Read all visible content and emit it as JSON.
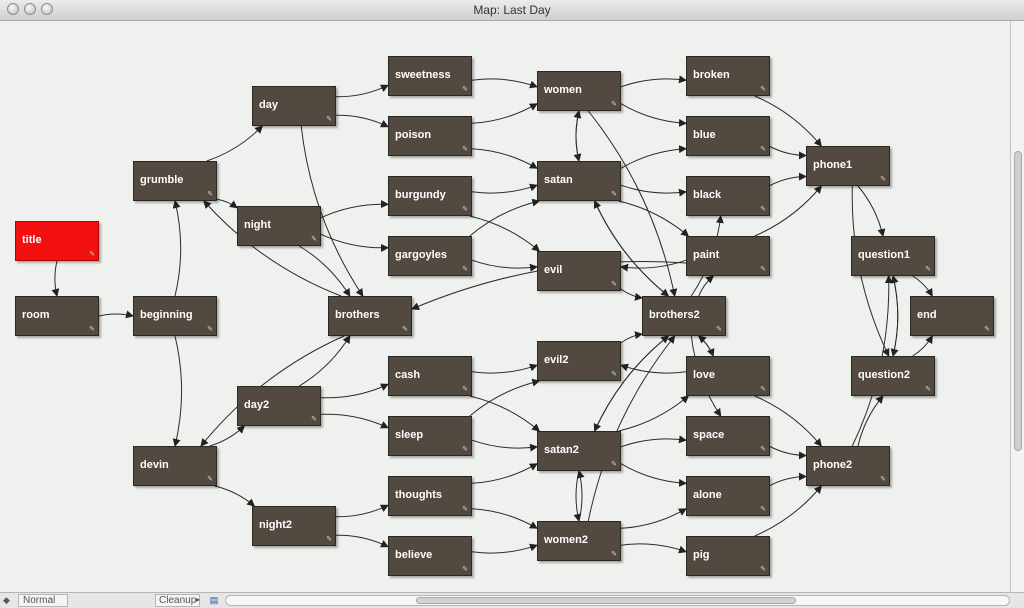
{
  "window": {
    "title": "Map: Last Day"
  },
  "nodes": [
    {
      "id": "title",
      "label": "title",
      "start": true
    },
    {
      "id": "room",
      "label": "room"
    },
    {
      "id": "grumble",
      "label": "grumble"
    },
    {
      "id": "beginning",
      "label": "beginning"
    },
    {
      "id": "devin",
      "label": "devin"
    },
    {
      "id": "day",
      "label": "day"
    },
    {
      "id": "night",
      "label": "night"
    },
    {
      "id": "day2",
      "label": "day2"
    },
    {
      "id": "night2",
      "label": "night2"
    },
    {
      "id": "brothers",
      "label": "brothers"
    },
    {
      "id": "sweetness",
      "label": "sweetness"
    },
    {
      "id": "poison",
      "label": "poison"
    },
    {
      "id": "burgundy",
      "label": "burgundy"
    },
    {
      "id": "gargoyles",
      "label": "gargoyles"
    },
    {
      "id": "cash",
      "label": "cash"
    },
    {
      "id": "sleep",
      "label": "sleep"
    },
    {
      "id": "thoughts",
      "label": "thoughts"
    },
    {
      "id": "believe",
      "label": "believe"
    },
    {
      "id": "women",
      "label": "women"
    },
    {
      "id": "satan",
      "label": "satan"
    },
    {
      "id": "evil",
      "label": "evil"
    },
    {
      "id": "evil2",
      "label": "evil2"
    },
    {
      "id": "satan2",
      "label": "satan2"
    },
    {
      "id": "women2",
      "label": "women2"
    },
    {
      "id": "brothers2",
      "label": "brothers2"
    },
    {
      "id": "broken",
      "label": "broken"
    },
    {
      "id": "blue",
      "label": "blue"
    },
    {
      "id": "black",
      "label": "black"
    },
    {
      "id": "paint",
      "label": "paint"
    },
    {
      "id": "love",
      "label": "love"
    },
    {
      "id": "space",
      "label": "space"
    },
    {
      "id": "alone",
      "label": "alone"
    },
    {
      "id": "pig",
      "label": "pig"
    },
    {
      "id": "phone1",
      "label": "phone1"
    },
    {
      "id": "question1",
      "label": "question1"
    },
    {
      "id": "end",
      "label": "end"
    },
    {
      "id": "question2",
      "label": "question2"
    },
    {
      "id": "phone2",
      "label": "phone2"
    }
  ],
  "edges": [
    [
      "title",
      "room"
    ],
    [
      "room",
      "beginning"
    ],
    [
      "beginning",
      "grumble"
    ],
    [
      "beginning",
      "devin"
    ],
    [
      "grumble",
      "day"
    ],
    [
      "grumble",
      "night"
    ],
    [
      "devin",
      "day2"
    ],
    [
      "devin",
      "night2"
    ],
    [
      "day",
      "sweetness"
    ],
    [
      "day",
      "poison"
    ],
    [
      "day",
      "brothers"
    ],
    [
      "night",
      "burgundy"
    ],
    [
      "night",
      "gargoyles"
    ],
    [
      "night",
      "brothers"
    ],
    [
      "day2",
      "cash"
    ],
    [
      "day2",
      "sleep"
    ],
    [
      "night2",
      "thoughts"
    ],
    [
      "night2",
      "believe"
    ],
    [
      "day2",
      "brothers"
    ],
    [
      "brothers",
      "grumble"
    ],
    [
      "brothers",
      "devin"
    ],
    [
      "sweetness",
      "women"
    ],
    [
      "poison",
      "women"
    ],
    [
      "poison",
      "satan"
    ],
    [
      "burgundy",
      "satan"
    ],
    [
      "burgundy",
      "evil"
    ],
    [
      "gargoyles",
      "evil"
    ],
    [
      "gargoyles",
      "satan"
    ],
    [
      "cash",
      "evil2"
    ],
    [
      "cash",
      "satan2"
    ],
    [
      "sleep",
      "satan2"
    ],
    [
      "sleep",
      "evil2"
    ],
    [
      "thoughts",
      "satan2"
    ],
    [
      "thoughts",
      "women2"
    ],
    [
      "believe",
      "women2"
    ],
    [
      "women",
      "broken"
    ],
    [
      "women",
      "blue"
    ],
    [
      "women",
      "brothers2"
    ],
    [
      "women",
      "satan"
    ],
    [
      "satan",
      "blue"
    ],
    [
      "satan",
      "black"
    ],
    [
      "satan",
      "paint"
    ],
    [
      "satan",
      "brothers2"
    ],
    [
      "satan",
      "women"
    ],
    [
      "evil",
      "brothers2"
    ],
    [
      "evil2",
      "brothers2"
    ],
    [
      "satan2",
      "love"
    ],
    [
      "satan2",
      "space"
    ],
    [
      "satan2",
      "alone"
    ],
    [
      "satan2",
      "brothers2"
    ],
    [
      "satan2",
      "women2"
    ],
    [
      "women2",
      "pig"
    ],
    [
      "women2",
      "alone"
    ],
    [
      "women2",
      "brothers2"
    ],
    [
      "women2",
      "satan2"
    ],
    [
      "brothers2",
      "paint"
    ],
    [
      "brothers2",
      "black"
    ],
    [
      "brothers2",
      "love"
    ],
    [
      "brothers2",
      "space"
    ],
    [
      "brothers2",
      "satan"
    ],
    [
      "brothers2",
      "satan2"
    ],
    [
      "paint",
      "evil"
    ],
    [
      "paint",
      "brothers"
    ],
    [
      "love",
      "evil2"
    ],
    [
      "love",
      "brothers2"
    ],
    [
      "broken",
      "phone1"
    ],
    [
      "blue",
      "phone1"
    ],
    [
      "black",
      "phone1"
    ],
    [
      "paint",
      "phone1"
    ],
    [
      "love",
      "phone2"
    ],
    [
      "space",
      "phone2"
    ],
    [
      "alone",
      "phone2"
    ],
    [
      "pig",
      "phone2"
    ],
    [
      "phone1",
      "question1"
    ],
    [
      "phone1",
      "question2"
    ],
    [
      "phone2",
      "question2"
    ],
    [
      "phone2",
      "question1"
    ],
    [
      "question1",
      "end"
    ],
    [
      "question2",
      "end"
    ],
    [
      "question1",
      "question2"
    ],
    [
      "question2",
      "question1"
    ]
  ],
  "toolbar": {
    "mode_label": "Normal",
    "cleanup_label": "Cleanup"
  }
}
